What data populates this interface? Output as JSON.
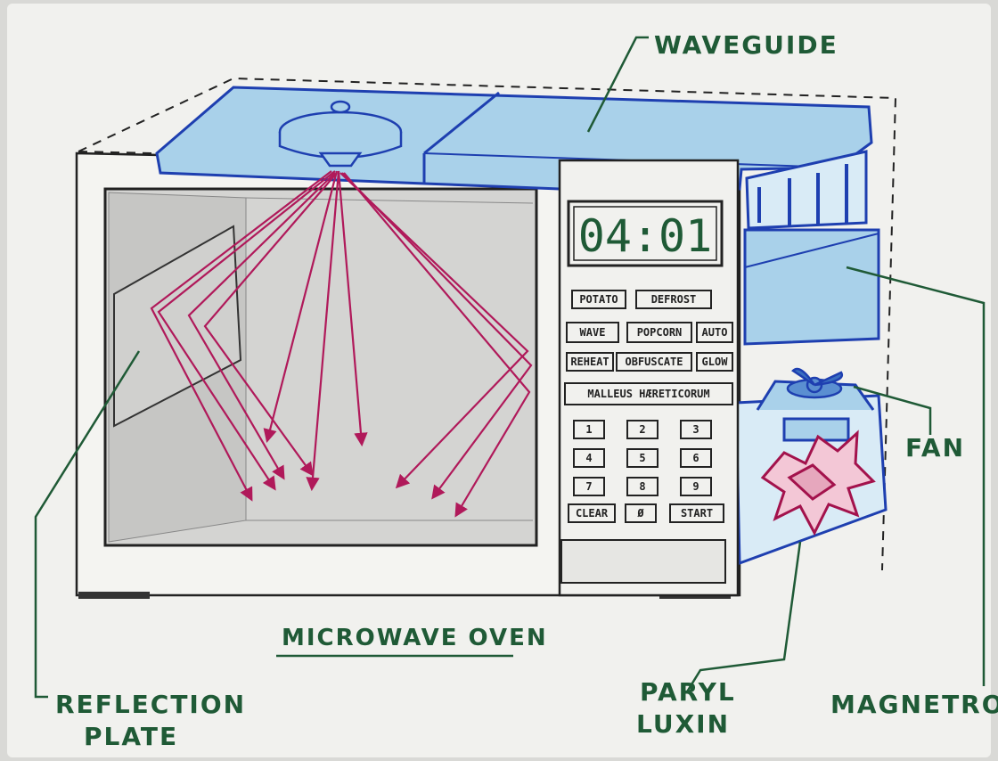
{
  "diagram": {
    "title": "MICROWAVE OVEN",
    "labels": {
      "waveguide": "WAVEGUIDE",
      "reflection_plate_line1": "REFLECTION",
      "reflection_plate_line2": "PLATE",
      "fan": "FAN",
      "paryl_line1": "PARYL",
      "paryl_line2": "LUXIN",
      "magnetron": "MAGNETRON"
    },
    "control_panel": {
      "clock": "04:01",
      "buttons": {
        "potato": "POTATO",
        "defrost": "DEFROST",
        "wave": "WAVE",
        "popcorn": "POPCORN",
        "auto": "AUTO",
        "reheat": "REHEAT",
        "obfuscate": "OBFUSCATE",
        "glow": "GLOW",
        "malleus": "MALLEUS HÆRETICORUM",
        "clear": "CLEAR",
        "zero": "Ø",
        "start": "START"
      },
      "keypad": [
        "1",
        "2",
        "3",
        "4",
        "5",
        "6",
        "7",
        "8",
        "9"
      ]
    },
    "colors": {
      "label_green": "#1f5a36",
      "beam_magenta": "#b0195a",
      "outline_blue": "#1e3fb0",
      "fill_blue": "#a9d1ea",
      "ink": "#222222"
    }
  }
}
